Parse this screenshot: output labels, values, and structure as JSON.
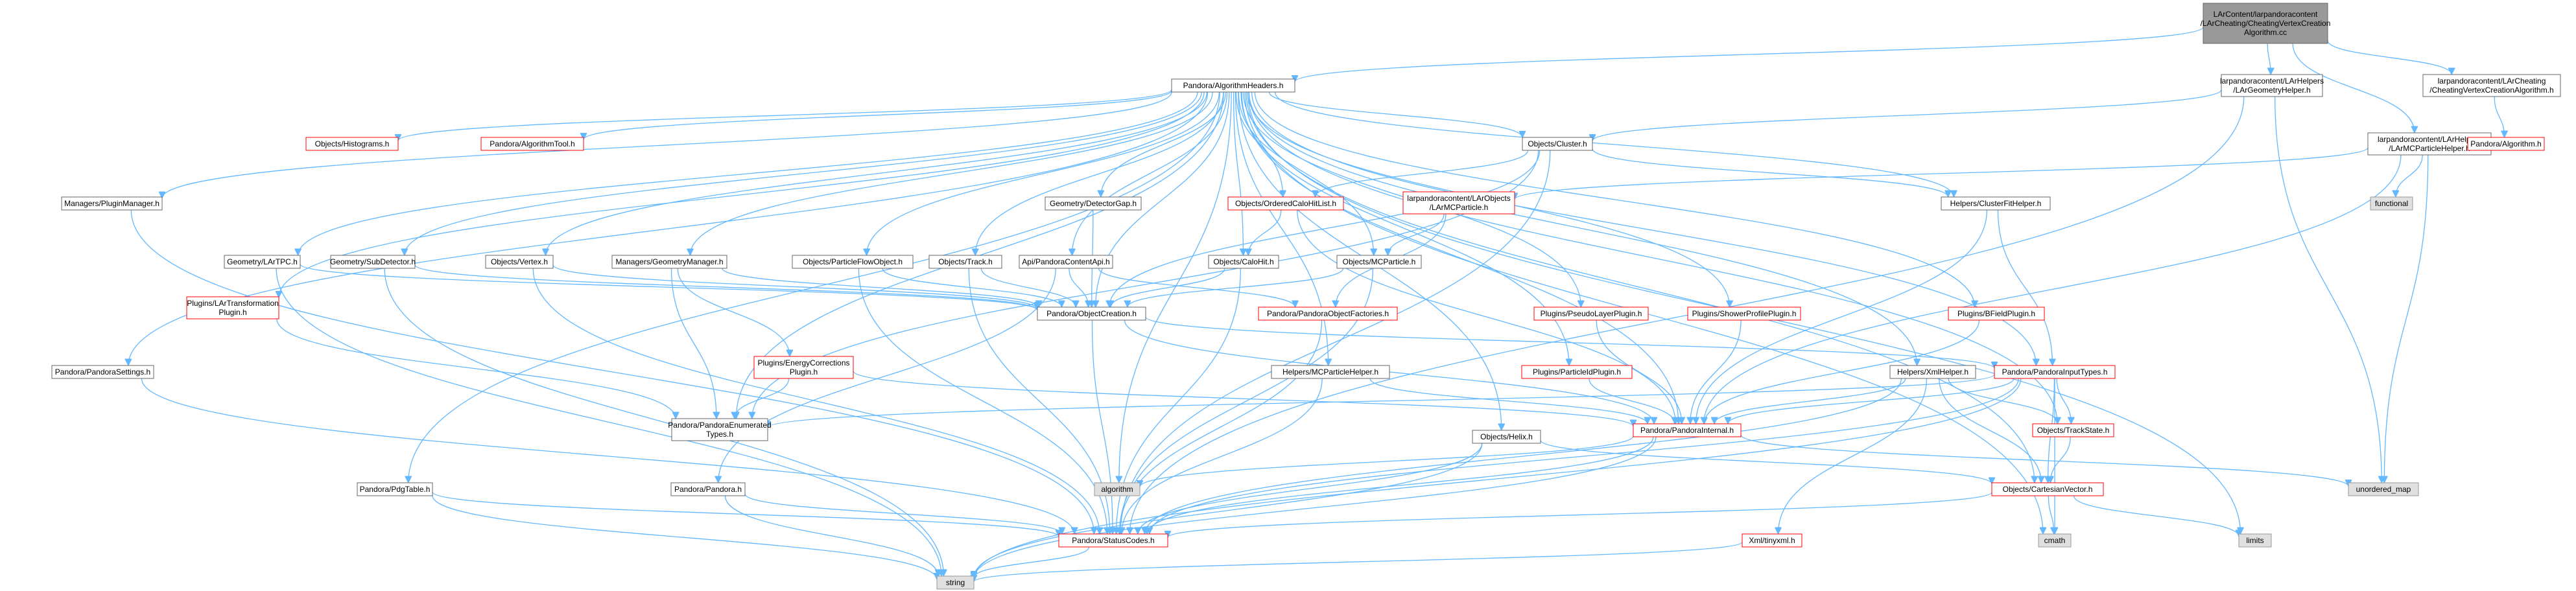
{
  "colors": {
    "edge": "#63b8ff",
    "node_fill": "#ffffff",
    "node_border_default": "#666666",
    "node_border_missing": "#ff0000",
    "root_fill": "#999999",
    "system_fill": "#e0e0e0",
    "system_border": "#999999"
  },
  "nodes": [
    {
      "id": "root",
      "lines": [
        "LArContent/larpandoracontent",
        "/LArCheating/CheatingVertexCreation",
        "Algorithm.cc"
      ],
      "kind": "root"
    },
    {
      "id": "alghead",
      "lines": [
        "Pandora/AlgorithmHeaders.h"
      ],
      "kind": "default"
    },
    {
      "id": "larhelpers_geo",
      "lines": [
        "larpandoracontent/LArHelpers",
        "/LArGeometryHelper.h"
      ],
      "kind": "default"
    },
    {
      "id": "larcheat_h",
      "lines": [
        "larpandoracontent/LArCheating",
        "/CheatingVertexCreationAlgorithm.h"
      ],
      "kind": "default"
    },
    {
      "id": "larmcp_helper",
      "lines": [
        "larpandoracontent/LArHelpers",
        "/LArMCParticleHelper.h"
      ],
      "kind": "default"
    },
    {
      "id": "pandora_alg",
      "lines": [
        "Pandora/Algorithm.h"
      ],
      "kind": "missing"
    },
    {
      "id": "functional",
      "lines": [
        "functional"
      ],
      "kind": "system"
    },
    {
      "id": "histograms",
      "lines": [
        "Objects/Histograms.h"
      ],
      "kind": "missing"
    },
    {
      "id": "algtool",
      "lines": [
        "Pandora/AlgorithmTool.h"
      ],
      "kind": "missing"
    },
    {
      "id": "cluster",
      "lines": [
        "Objects/Cluster.h"
      ],
      "kind": "default"
    },
    {
      "id": "plugin_mgr",
      "lines": [
        "Managers/PluginManager.h"
      ],
      "kind": "default"
    },
    {
      "id": "detgap",
      "lines": [
        "Geometry/DetectorGap.h"
      ],
      "kind": "default"
    },
    {
      "id": "ordcalohit",
      "lines": [
        "Objects/OrderedCaloHitList.h"
      ],
      "kind": "missing"
    },
    {
      "id": "larmcparticle",
      "lines": [
        "larpandoracontent/LArObjects",
        "/LArMCParticle.h"
      ],
      "kind": "missing"
    },
    {
      "id": "clusterfit",
      "lines": [
        "Helpers/ClusterFitHelper.h"
      ],
      "kind": "default"
    },
    {
      "id": "lartpc",
      "lines": [
        "Geometry/LArTPC.h"
      ],
      "kind": "default"
    },
    {
      "id": "subdet",
      "lines": [
        "Geometry/SubDetector.h"
      ],
      "kind": "default"
    },
    {
      "id": "vertex",
      "lines": [
        "Objects/Vertex.h"
      ],
      "kind": "default"
    },
    {
      "id": "geomgr",
      "lines": [
        "Managers/GeometryManager.h"
      ],
      "kind": "default"
    },
    {
      "id": "pflow",
      "lines": [
        "Objects/ParticleFlowObject.h"
      ],
      "kind": "default"
    },
    {
      "id": "track",
      "lines": [
        "Objects/Track.h"
      ],
      "kind": "default"
    },
    {
      "id": "api",
      "lines": [
        "Api/PandoraContentApi.h"
      ],
      "kind": "default"
    },
    {
      "id": "calohit",
      "lines": [
        "Objects/CaloHit.h"
      ],
      "kind": "default"
    },
    {
      "id": "mcparticle",
      "lines": [
        "Objects/MCParticle.h"
      ],
      "kind": "default"
    },
    {
      "id": "lartransform",
      "lines": [
        "Plugins/LArTransformation",
        "Plugin.h"
      ],
      "kind": "missing"
    },
    {
      "id": "objcreation",
      "lines": [
        "Pandora/ObjectCreation.h"
      ],
      "kind": "default"
    },
    {
      "id": "objfactories",
      "lines": [
        "Pandora/PandoraObjectFactories.h"
      ],
      "kind": "missing"
    },
    {
      "id": "pseudolayer",
      "lines": [
        "Plugins/PseudoLayerPlugin.h"
      ],
      "kind": "missing"
    },
    {
      "id": "showerprofile",
      "lines": [
        "Plugins/ShowerProfilePlugin.h"
      ],
      "kind": "missing"
    },
    {
      "id": "bfield",
      "lines": [
        "Plugins/BFieldPlugin.h"
      ],
      "kind": "missing"
    },
    {
      "id": "settings",
      "lines": [
        "Pandora/PandoraSettings.h"
      ],
      "kind": "default"
    },
    {
      "id": "energycorr",
      "lines": [
        "Plugins/EnergyCorrections",
        "Plugin.h"
      ],
      "kind": "missing"
    },
    {
      "id": "mcphelper",
      "lines": [
        "Helpers/MCParticleHelper.h"
      ],
      "kind": "default"
    },
    {
      "id": "particleid",
      "lines": [
        "Plugins/ParticleIdPlugin.h"
      ],
      "kind": "missing"
    },
    {
      "id": "xmlhelper",
      "lines": [
        "Helpers/XmlHelper.h"
      ],
      "kind": "default"
    },
    {
      "id": "inputtypes",
      "lines": [
        "Pandora/PandoraInputTypes.h"
      ],
      "kind": "missing"
    },
    {
      "id": "enumtypes",
      "lines": [
        "Pandora/PandoraEnumerated",
        "Types.h"
      ],
      "kind": "default"
    },
    {
      "id": "internal",
      "lines": [
        "Pandora/PandoraInternal.h"
      ],
      "kind": "missing"
    },
    {
      "id": "helix",
      "lines": [
        "Objects/Helix.h"
      ],
      "kind": "default"
    },
    {
      "id": "trackstate",
      "lines": [
        "Objects/TrackState.h"
      ],
      "kind": "missing"
    },
    {
      "id": "pandora",
      "lines": [
        "Pandora/Pandora.h"
      ],
      "kind": "default"
    },
    {
      "id": "pdgtable",
      "lines": [
        "Pandora/PdgTable.h"
      ],
      "kind": "default"
    },
    {
      "id": "algorithm",
      "lines": [
        "algorithm"
      ],
      "kind": "system"
    },
    {
      "id": "cartesian",
      "lines": [
        "Objects/CartesianVector.h"
      ],
      "kind": "missing"
    },
    {
      "id": "unordered_map",
      "lines": [
        "unordered_map"
      ],
      "kind": "system"
    },
    {
      "id": "statuscodes",
      "lines": [
        "Pandora/StatusCodes.h"
      ],
      "kind": "missing"
    },
    {
      "id": "tinyxml",
      "lines": [
        "Xml/tinyxml.h"
      ],
      "kind": "missing"
    },
    {
      "id": "cmath",
      "lines": [
        "cmath"
      ],
      "kind": "system"
    },
    {
      "id": "limits",
      "lines": [
        "limits"
      ],
      "kind": "system"
    },
    {
      "id": "string",
      "lines": [
        "string"
      ],
      "kind": "system"
    }
  ],
  "edges": [
    [
      "root",
      "alghead"
    ],
    [
      "root",
      "larhelpers_geo"
    ],
    [
      "root",
      "larcheat_h"
    ],
    [
      "root",
      "larmcp_helper"
    ],
    [
      "larcheat_h",
      "pandora_alg"
    ],
    [
      "larhelpers_geo",
      "cluster"
    ],
    [
      "larhelpers_geo",
      "unordered_map"
    ],
    [
      "larhelpers_geo",
      "statuscodes"
    ],
    [
      "larmcp_helper",
      "functional"
    ],
    [
      "larmcp_helper",
      "larmcparticle"
    ],
    [
      "larmcp_helper",
      "internal"
    ],
    [
      "larmcp_helper",
      "unordered_map"
    ],
    [
      "alghead",
      "histograms"
    ],
    [
      "alghead",
      "algtool"
    ],
    [
      "alghead",
      "cluster"
    ],
    [
      "alghead",
      "plugin_mgr"
    ],
    [
      "alghead",
      "detgap"
    ],
    [
      "alghead",
      "ordcalohit"
    ],
    [
      "alghead",
      "clusterfit"
    ],
    [
      "alghead",
      "lartpc"
    ],
    [
      "alghead",
      "subdet"
    ],
    [
      "alghead",
      "vertex"
    ],
    [
      "alghead",
      "geomgr"
    ],
    [
      "alghead",
      "pflow"
    ],
    [
      "alghead",
      "track"
    ],
    [
      "alghead",
      "api"
    ],
    [
      "alghead",
      "calohit"
    ],
    [
      "alghead",
      "mcparticle"
    ],
    [
      "alghead",
      "lartransform"
    ],
    [
      "alghead",
      "objcreation"
    ],
    [
      "alghead",
      "pseudolayer"
    ],
    [
      "alghead",
      "showerprofile"
    ],
    [
      "alghead",
      "bfield"
    ],
    [
      "alghead",
      "settings"
    ],
    [
      "alghead",
      "mcphelper"
    ],
    [
      "alghead",
      "particleid"
    ],
    [
      "alghead",
      "xmlhelper"
    ],
    [
      "alghead",
      "inputtypes"
    ],
    [
      "alghead",
      "enumtypes"
    ],
    [
      "alghead",
      "helix"
    ],
    [
      "alghead",
      "pdgtable"
    ],
    [
      "alghead",
      "algorithm"
    ],
    [
      "alghead",
      "cartesian"
    ],
    [
      "alghead",
      "cmath"
    ],
    [
      "alghead",
      "limits"
    ],
    [
      "alghead",
      "internal"
    ],
    [
      "alghead",
      "trackstate"
    ],
    [
      "cluster",
      "ordcalohit"
    ],
    [
      "cluster",
      "clusterfit"
    ],
    [
      "cluster",
      "objcreation"
    ],
    [
      "cluster",
      "enumtypes"
    ],
    [
      "cluster",
      "statuscodes"
    ],
    [
      "ordcalohit",
      "calohit"
    ],
    [
      "ordcalohit",
      "internal"
    ],
    [
      "larmcparticle",
      "mcparticle"
    ],
    [
      "larmcparticle",
      "objfactories"
    ],
    [
      "clusterfit",
      "inputtypes"
    ],
    [
      "clusterfit",
      "internal"
    ],
    [
      "plugin_mgr",
      "statuscodes"
    ],
    [
      "detgap",
      "objcreation"
    ],
    [
      "lartpc",
      "objcreation"
    ],
    [
      "lartpc",
      "string"
    ],
    [
      "subdet",
      "objcreation"
    ],
    [
      "subdet",
      "string"
    ],
    [
      "vertex",
      "objcreation"
    ],
    [
      "vertex",
      "statuscodes"
    ],
    [
      "geomgr",
      "objcreation"
    ],
    [
      "geomgr",
      "energycorr"
    ],
    [
      "geomgr",
      "enumtypes"
    ],
    [
      "pflow",
      "objcreation"
    ],
    [
      "pflow",
      "statuscodes"
    ],
    [
      "track",
      "objcreation"
    ],
    [
      "track",
      "statuscodes"
    ],
    [
      "api",
      "objcreation"
    ],
    [
      "api",
      "objfactories"
    ],
    [
      "api",
      "pandora"
    ],
    [
      "calohit",
      "objcreation"
    ],
    [
      "calohit",
      "statuscodes"
    ],
    [
      "mcparticle",
      "objcreation"
    ],
    [
      "mcparticle",
      "statuscodes"
    ],
    [
      "lartransform",
      "enumtypes"
    ],
    [
      "objcreation",
      "inputtypes"
    ],
    [
      "objcreation",
      "internal"
    ],
    [
      "objcreation",
      "statuscodes"
    ],
    [
      "objfactories",
      "statuscodes"
    ],
    [
      "pseudolayer",
      "internal"
    ],
    [
      "showerprofile",
      "internal"
    ],
    [
      "bfield",
      "internal"
    ],
    [
      "particleid",
      "internal"
    ],
    [
      "settings",
      "statuscodes"
    ],
    [
      "energycorr",
      "enumtypes"
    ],
    [
      "energycorr",
      "internal"
    ],
    [
      "mcphelper",
      "internal"
    ],
    [
      "mcphelper",
      "statuscodes"
    ],
    [
      "xmlhelper",
      "internal"
    ],
    [
      "xmlhelper",
      "tinyxml"
    ],
    [
      "xmlhelper",
      "cartesian"
    ],
    [
      "xmlhelper",
      "trackstate"
    ],
    [
      "xmlhelper",
      "statuscodes"
    ],
    [
      "inputtypes",
      "internal"
    ],
    [
      "inputtypes",
      "enumtypes"
    ],
    [
      "inputtypes",
      "trackstate"
    ],
    [
      "inputtypes",
      "cartesian"
    ],
    [
      "inputtypes",
      "statuscodes"
    ],
    [
      "inputtypes",
      "string"
    ],
    [
      "inputtypes",
      "cmath"
    ],
    [
      "internal",
      "unordered_map"
    ],
    [
      "internal",
      "algorithm"
    ],
    [
      "internal",
      "statuscodes"
    ],
    [
      "internal",
      "string"
    ],
    [
      "helix",
      "cartesian"
    ],
    [
      "helix",
      "statuscodes"
    ],
    [
      "helix",
      "string"
    ],
    [
      "trackstate",
      "cartesian"
    ],
    [
      "cartesian",
      "statuscodes"
    ],
    [
      "cartesian",
      "cmath"
    ],
    [
      "cartesian",
      "limits"
    ],
    [
      "pandora",
      "statuscodes"
    ],
    [
      "pandora",
      "string"
    ],
    [
      "pdgtable",
      "statuscodes"
    ],
    [
      "pdgtable",
      "string"
    ],
    [
      "statuscodes",
      "string"
    ],
    [
      "tinyxml",
      "string"
    ]
  ]
}
